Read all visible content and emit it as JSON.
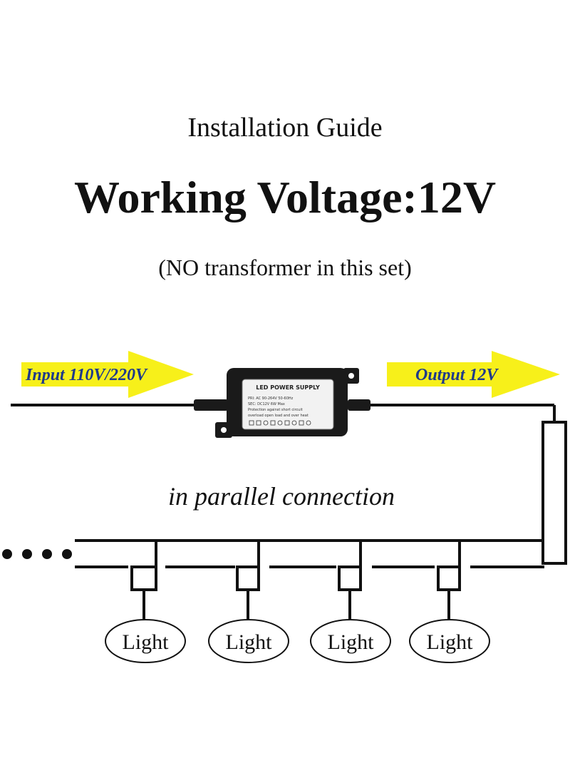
{
  "header": {
    "title": "Installation Guide",
    "headline": "Working Voltage:12V",
    "note": "(NO transformer in this set)"
  },
  "diagram": {
    "input_label": "Input 110V/220V",
    "output_label": "Output 12V",
    "power_supply_label": "LED POWER SUPPLY",
    "power_supply_spec_1": "PRI: AC 90-264V  50-60Hz",
    "power_supply_spec_2": "SEC: DC12V      6W Max",
    "power_supply_spec_3": "Protection against short circuit",
    "power_supply_spec_4": "overload open load and over heat",
    "connection_label": "in parallel connection",
    "continuation": "• • • •",
    "lights": [
      {
        "label": "Light"
      },
      {
        "label": "Light"
      },
      {
        "label": "Light"
      },
      {
        "label": "Light"
      }
    ]
  },
  "colors": {
    "arrow_fill": "#f7f01a",
    "arrow_text": "#1f3a8a",
    "wire": "#111111",
    "psu_body": "#1a1a1a",
    "psu_sticker": "#f2f2f2"
  }
}
